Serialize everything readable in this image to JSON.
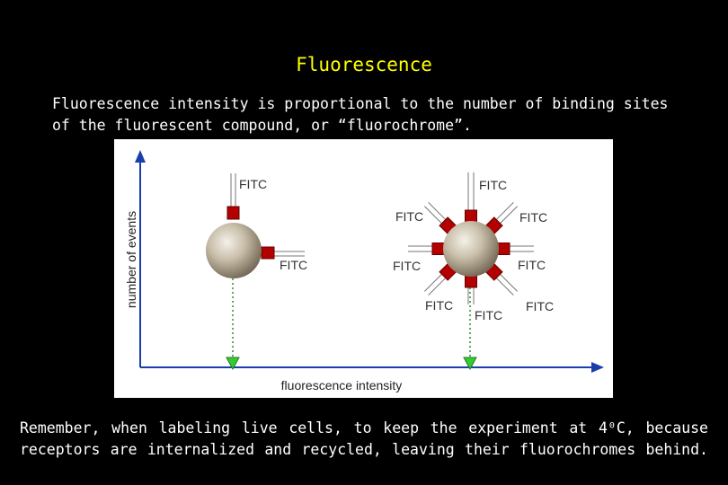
{
  "title": "Fluorescence",
  "intro": {
    "line1": "Fluorescence intensity is proportional to the number of binding sites",
    "line2": "of the fluorescent compound, or “fluorochrome”."
  },
  "figure": {
    "y_axis_label": "number of events",
    "x_axis_label": "fluorescence intensity",
    "label_text": "FITC",
    "colors": {
      "axis": "#1a3faa",
      "arrow_dotted": "#2e8b2e",
      "arrow_head": "#33cc33",
      "receptor": "#b30000",
      "bead": "#b8ac95"
    }
  },
  "footer": {
    "line1": "Remember, when labeling live cells, to keep the experiment at 4⁰C, because",
    "line2": "receptors are internalized and recycled, leaving their fluorochromes behind."
  }
}
